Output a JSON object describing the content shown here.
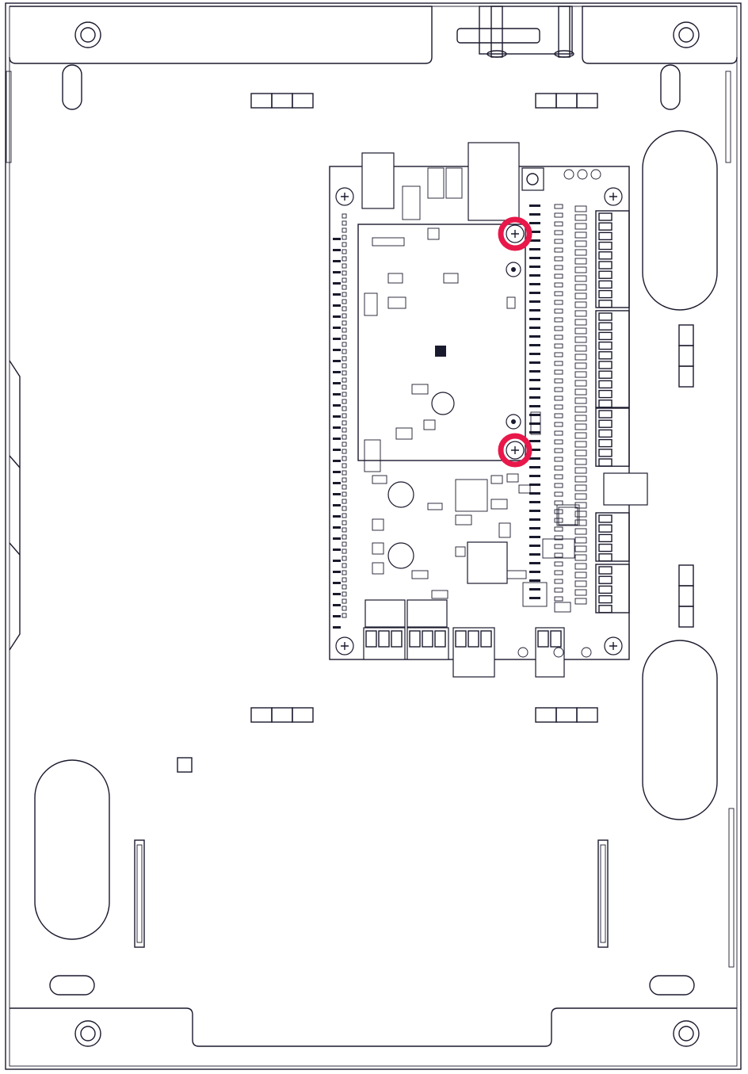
{
  "drawing": {
    "subject": "enclosure-with-control-board",
    "highlight_color": "#e8184a",
    "line_color": "#1a1a2e",
    "background_color": "#ffffff",
    "highlighted_items": [
      "board-mount-screw-upper",
      "board-mount-screw-lower"
    ]
  }
}
